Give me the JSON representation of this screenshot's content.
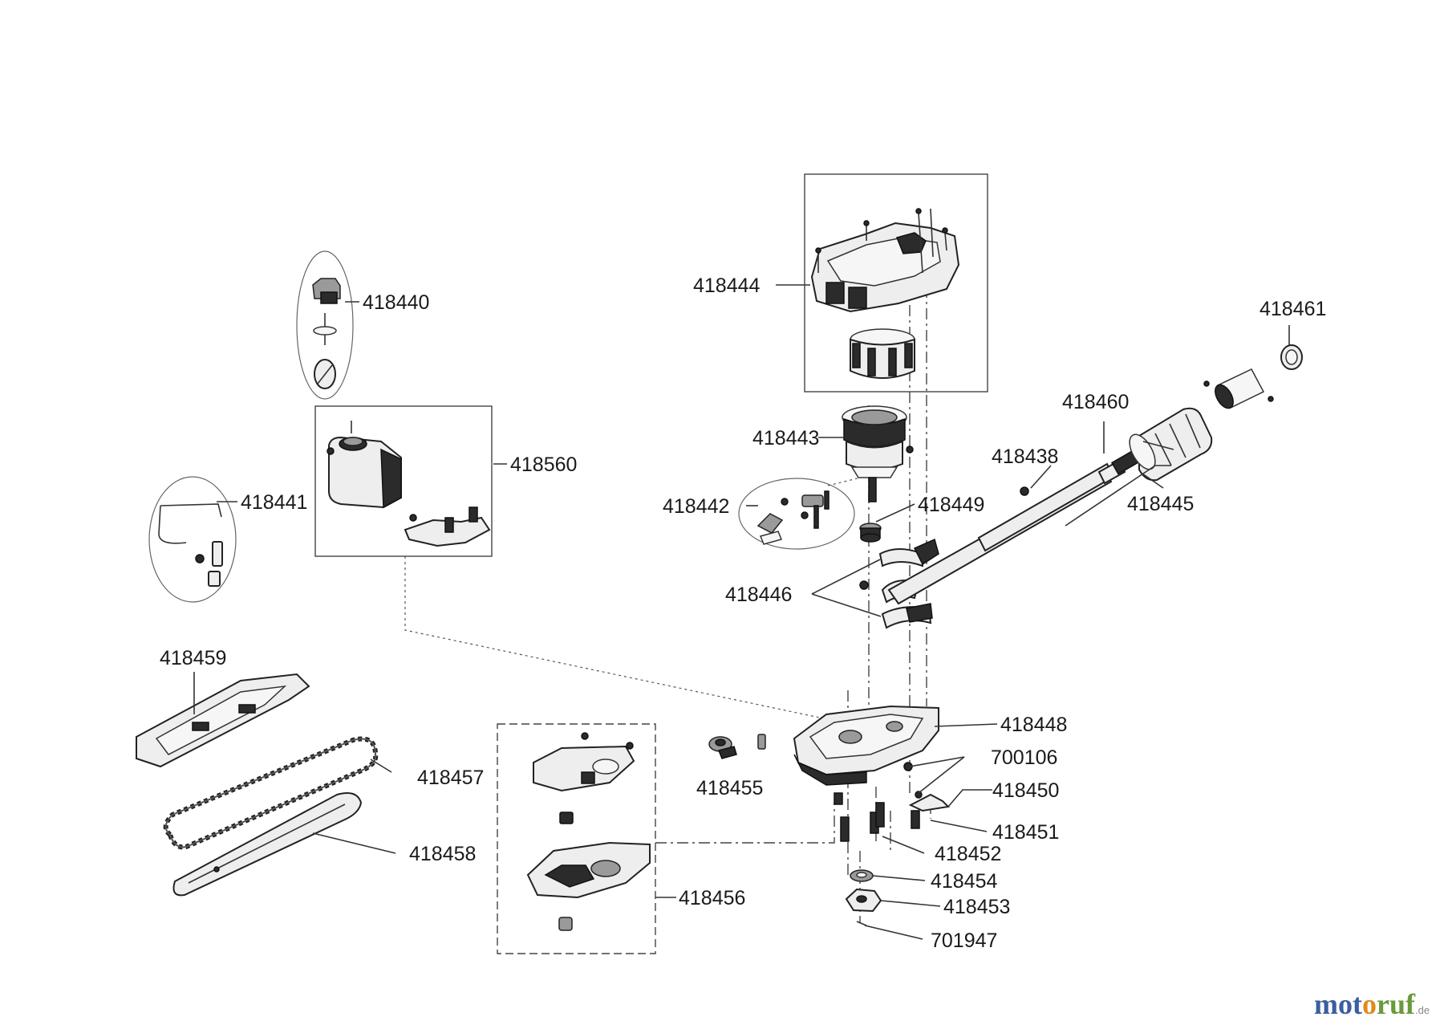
{
  "diagram": {
    "part_labels": [
      "418444",
      "418461",
      "418440",
      "418460",
      "418443",
      "418438",
      "418560",
      "418441",
      "418442",
      "418449",
      "418445",
      "418446",
      "418459",
      "418448",
      "700106",
      "418457",
      "418455",
      "418450",
      "418451",
      "418452",
      "418458",
      "418454",
      "418453",
      "418456",
      "701947"
    ]
  },
  "logo": {
    "part1": "mot",
    "part2": "o",
    "part3": "ruf",
    "tld": ".de"
  }
}
